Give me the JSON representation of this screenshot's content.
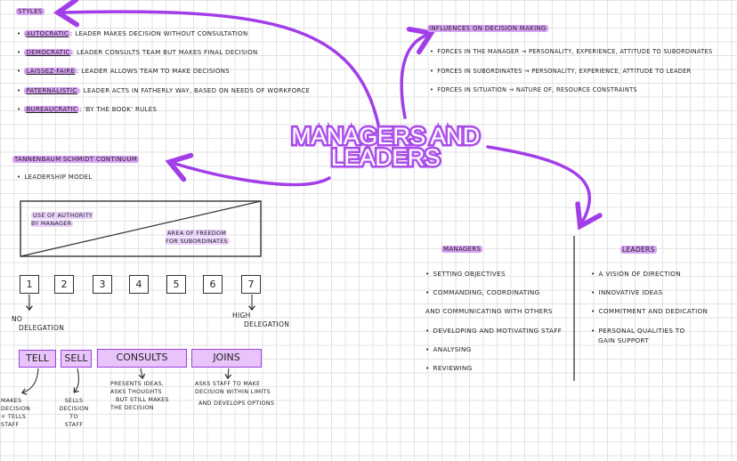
{
  "title": {
    "line1": "MANAGERS AND",
    "line2": "LEADERS"
  },
  "styles": {
    "heading": "STYLES",
    "items": [
      {
        "term": "AUTOCRATIC",
        "sep": ": ",
        "desc": "LEADER MAKES DECISION WITHOUT CONSULTATION"
      },
      {
        "term": "DEMOCRATIC",
        "sep": ": ",
        "desc": "LEADER CONSULTS TEAM BUT MAKES FINAL DECISION"
      },
      {
        "term": "LAISSEZ-FAIRE",
        "sep": ": ",
        "desc": "LEADER ALLOWS TEAM TO MAKE DECISIONS"
      },
      {
        "term": "PATERNALISTIC",
        "sep": ": ",
        "desc": "LEADER ACTS IN FATHERLY WAY, BASED ON NEEDS OF WORKFORCE"
      },
      {
        "term": "BUREAUCRATIC",
        "sep": ": ",
        "desc": "'BY THE BOOK' RULES"
      }
    ]
  },
  "influences": {
    "heading": "INFLUENCES ON DECISION MAKING",
    "items": [
      "FORCES IN THE MANAGER → PERSONALITY, EXPERIENCE, ATTITUDE TO SUBORDINATES",
      "FORCES IN SUBORDINATES → PERSONALITY, EXPERIENCE, ATTITUDE TO LEADER",
      "FORCES IN SITUATION → NATURE OF, RESOURCE CONSTRAINTS"
    ]
  },
  "continuum": {
    "heading": "TANNENBAUM SCHMIDT CONTINUUM",
    "model": "LEADERSHIP MODEL",
    "authority": "USE OF AUTHORITY BY MANAGER",
    "freedom": "AREA OF FREEDOM FOR SUBORDINATES",
    "numbers": [
      "1",
      "2",
      "3",
      "4",
      "5",
      "6",
      "7"
    ],
    "no_delegation": [
      "NO",
      "DELEGATION"
    ],
    "high_delegation": [
      "HIGH",
      "DELEGATION"
    ],
    "options": [
      "TELL",
      "SELL",
      "CONSULTS",
      "JOINS"
    ],
    "tell_note": [
      "MAKES",
      "DECISION",
      "+ TELLS",
      "STAFF"
    ],
    "sell_note": [
      "SELLS",
      "DECISION",
      "TO",
      "STAFF"
    ],
    "consults_note": [
      "PRESENTS IDEAS,",
      "ASKS THOUGHTS",
      "BUT STILL MAKES",
      "THE DECISION"
    ],
    "joins_note": [
      "ASKS STAFF TO MAKE",
      "DECISION WITHIN LIMITS",
      "AND DEVELOPS OPTIONS"
    ]
  },
  "managers": {
    "heading": "MANAGERS",
    "items": [
      "SETTING OBJECTIVES",
      "COMMANDING, COORDINATING",
      "AND COMMUNICATING WITH OTHERS",
      "DEVELOPING AND MOTIVATING STAFF",
      "ANALYSING",
      "REVIEWING"
    ]
  },
  "leaders": {
    "heading": "LEADERS",
    "items": [
      "A VISION OF DIRECTION",
      "INNOVATIVE IDEAS",
      "COMMITMENT AND DEDICATION",
      "PERSONAL QUALITIES TO",
      "GAIN SUPPORT"
    ]
  },
  "colors": {
    "accent": "#a23ee8",
    "highlight": "#d9a3f5",
    "box_fill": "#e8c4fa"
  }
}
